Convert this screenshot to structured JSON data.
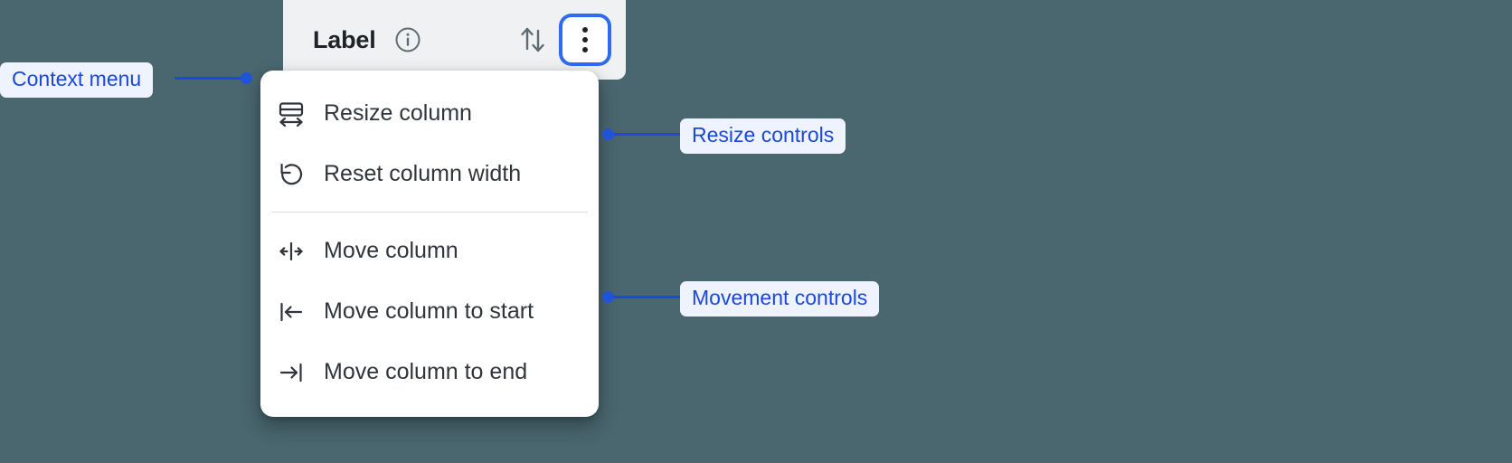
{
  "background_color": "#4a666e",
  "accent_color": "#1a48e0",
  "focus_ring_color": "#2f6bf2",
  "column_header": {
    "title": "Label",
    "info_icon": "info-circle-icon",
    "sort_icon": "sort-arrows-icon",
    "overflow_icon": "kebab-menu-icon",
    "background_color": "#eff1f3"
  },
  "context_menu": {
    "groups": [
      {
        "name": "resize",
        "items": [
          {
            "icon": "resize-column-icon",
            "label": "Resize column"
          },
          {
            "icon": "reset-width-icon",
            "label": "Reset column width"
          }
        ]
      },
      {
        "name": "movement",
        "items": [
          {
            "icon": "move-column-icon",
            "label": "Move column"
          },
          {
            "icon": "move-to-start-icon",
            "label": "Move column to start"
          },
          {
            "icon": "move-to-end-icon",
            "label": "Move column to end"
          }
        ]
      }
    ]
  },
  "annotations": [
    {
      "label": "Context menu",
      "side": "left"
    },
    {
      "label": "Resize controls",
      "side": "right"
    },
    {
      "label": "Movement controls",
      "side": "right"
    }
  ]
}
